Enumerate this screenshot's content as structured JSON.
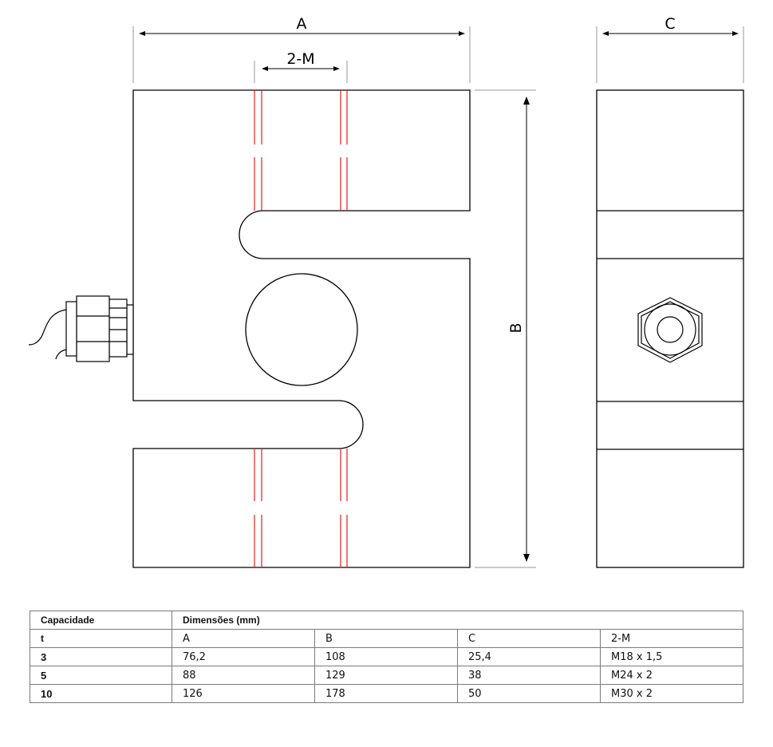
{
  "drawing": {
    "labels": {
      "dim_a": "A",
      "dim_2m": "2-M",
      "dim_b": "B",
      "dim_c": "C"
    },
    "colors": {
      "outline": "#000000",
      "thread_lines": "#e0201b",
      "extension_lines": "#9a9a9a"
    }
  },
  "table": {
    "header_capacity": "Capacidade",
    "header_dimensions": "Dimensões (mm)",
    "unit": "t",
    "columns": [
      "A",
      "B",
      "C",
      "2-M"
    ],
    "rows": [
      {
        "capacity": "3",
        "values": [
          "76,2",
          "108",
          "25,4",
          "M18 x 1,5"
        ]
      },
      {
        "capacity": "5",
        "values": [
          "88",
          "129",
          "38",
          "M24 x 2"
        ]
      },
      {
        "capacity": "10",
        "values": [
          "126",
          "178",
          "50",
          "M30 x 2"
        ]
      }
    ]
  }
}
